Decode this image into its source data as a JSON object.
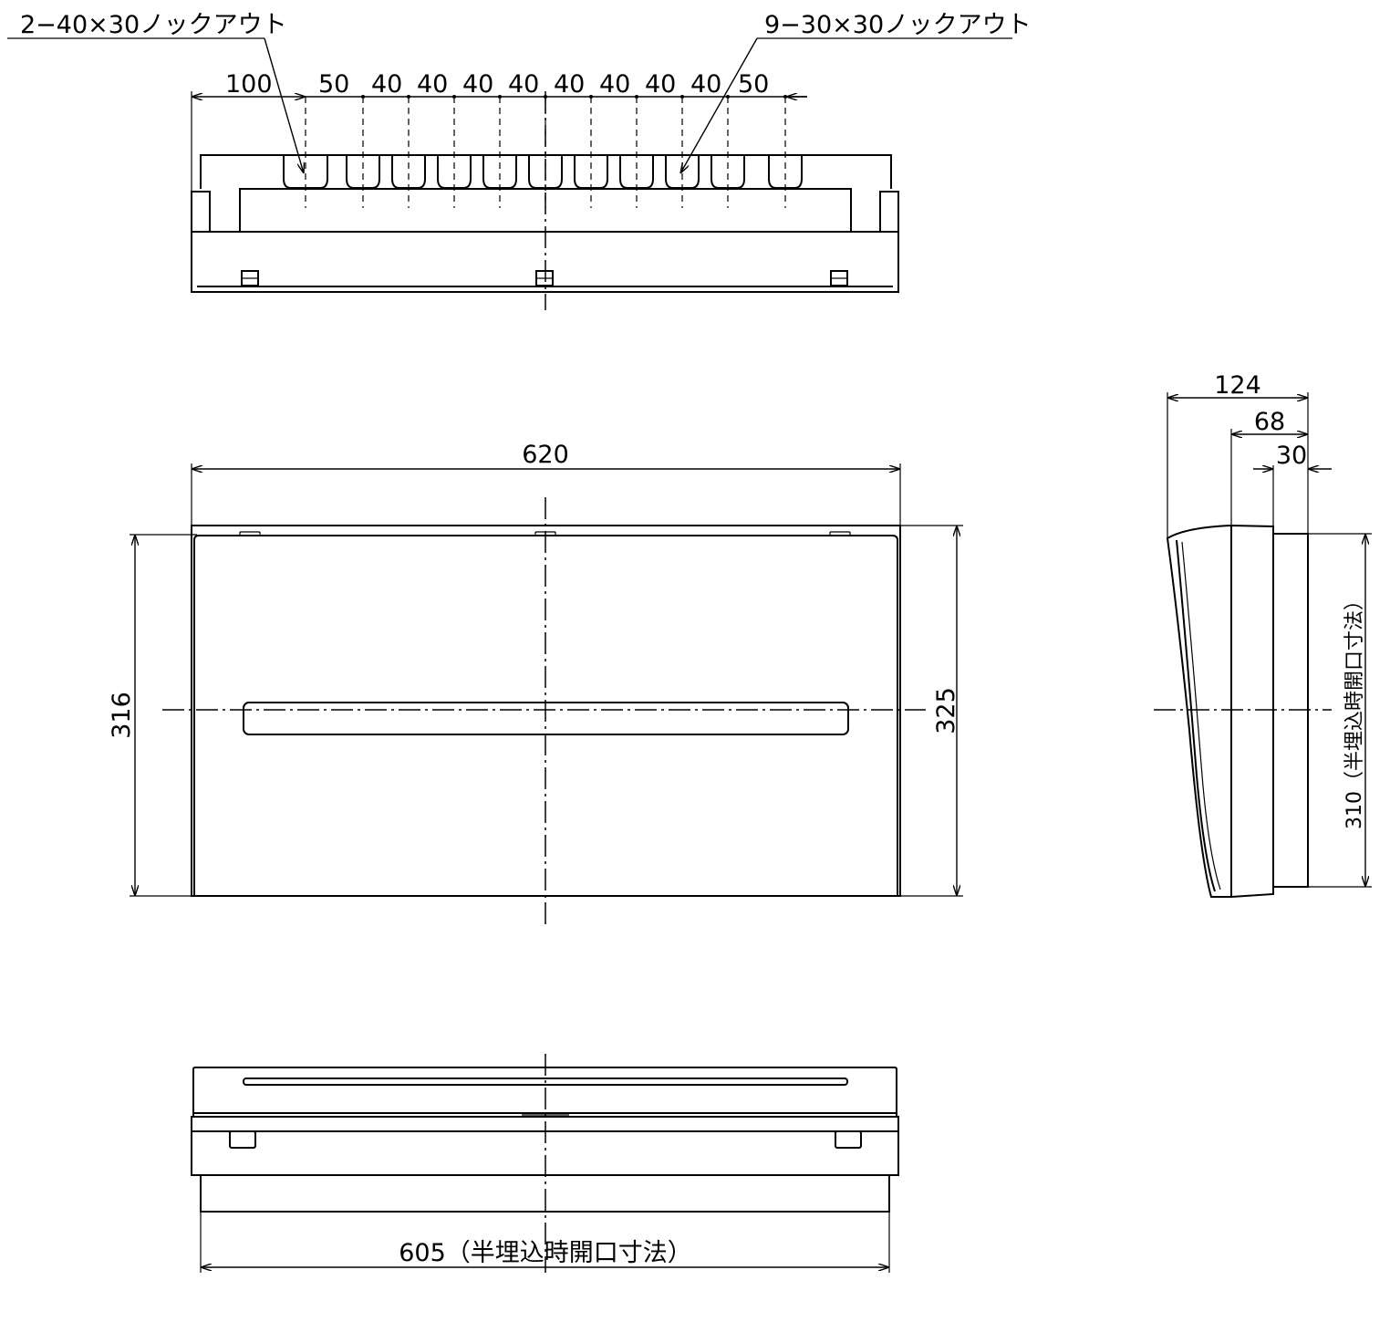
{
  "callouts": {
    "knockout_left": "2−40×30ノックアウト",
    "knockout_right": "9−30×30ノックアウト"
  },
  "top_view": {
    "spacing_labels": [
      "100",
      "50",
      "40",
      "40",
      "40",
      "40",
      "40",
      "40",
      "40",
      "40",
      "50"
    ]
  },
  "front_view": {
    "width_label": "620",
    "height_left_label": "316",
    "height_right_label": "325"
  },
  "side_view": {
    "depth_total_label": "124",
    "depth_mid_label": "68",
    "depth_small_label": "30",
    "opening_height_label": "310（半埋込時開口寸法）"
  },
  "bottom_view": {
    "opening_width_label": "605（半埋込時開口寸法）"
  }
}
